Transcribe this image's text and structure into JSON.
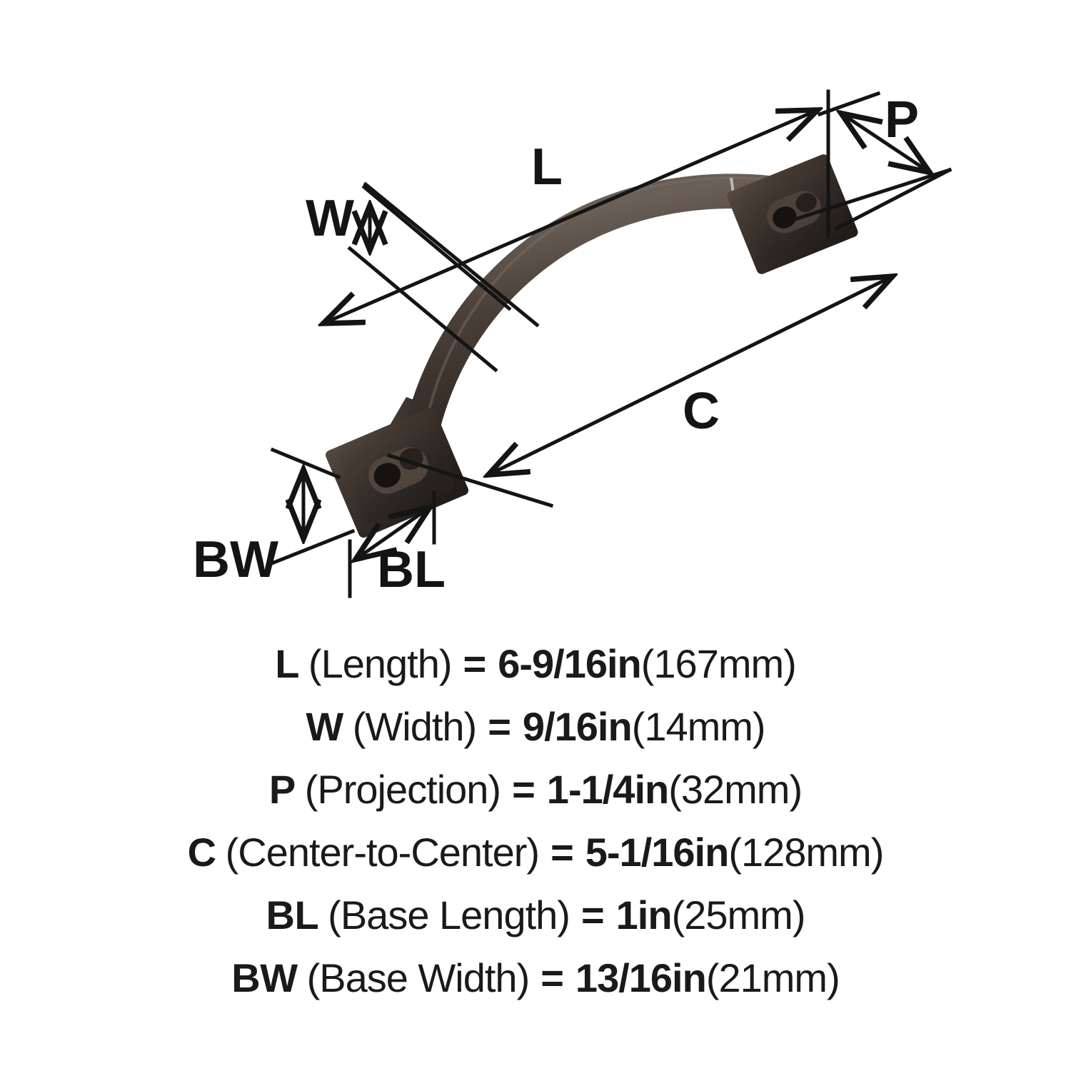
{
  "diagram": {
    "title": "Cabinet pull handle dimension diagram",
    "product": "arched cabinet pull handle",
    "finish_color": "#453a33",
    "line_color": "#141414",
    "background_color": "#ffffff",
    "callouts": [
      {
        "key": "L",
        "label": "L",
        "name": "length-callout",
        "arrow": "double"
      },
      {
        "key": "W",
        "label": "W",
        "name": "width-callout",
        "arrow": "double"
      },
      {
        "key": "P",
        "label": "P",
        "name": "projection-callout",
        "arrow": "double"
      },
      {
        "key": "C",
        "label": "C",
        "name": "center-to-center-callout",
        "arrow": "double"
      },
      {
        "key": "BL",
        "label": "BL",
        "name": "base-length-callout",
        "arrow": "double"
      },
      {
        "key": "BW",
        "label": "BW",
        "name": "base-width-callout",
        "arrow": "double"
      }
    ]
  },
  "legend": {
    "rows": [
      {
        "abbr": "L",
        "full_name": "(Length)",
        "equals": "=",
        "value_in": "6-9/16in",
        "value_mm": "(167mm)"
      },
      {
        "abbr": "W",
        "full_name": "(Width)",
        "equals": "=",
        "value_in": "9/16in",
        "value_mm": "(14mm)"
      },
      {
        "abbr": "P",
        "full_name": "(Projection)",
        "equals": "=",
        "value_in": "1-1/4in",
        "value_mm": "(32mm)"
      },
      {
        "abbr": "C",
        "full_name": "(Center-to-Center)",
        "equals": "=",
        "value_in": "5-1/16in",
        "value_mm": "(128mm)"
      },
      {
        "abbr": "BL",
        "full_name": "(Base Length)",
        "equals": "=",
        "value_in": "1in",
        "value_mm": "(25mm)"
      },
      {
        "abbr": "BW",
        "full_name": "(Base Width)",
        "equals": "=",
        "value_in": "13/16in",
        "value_mm": "(21mm)"
      }
    ]
  }
}
